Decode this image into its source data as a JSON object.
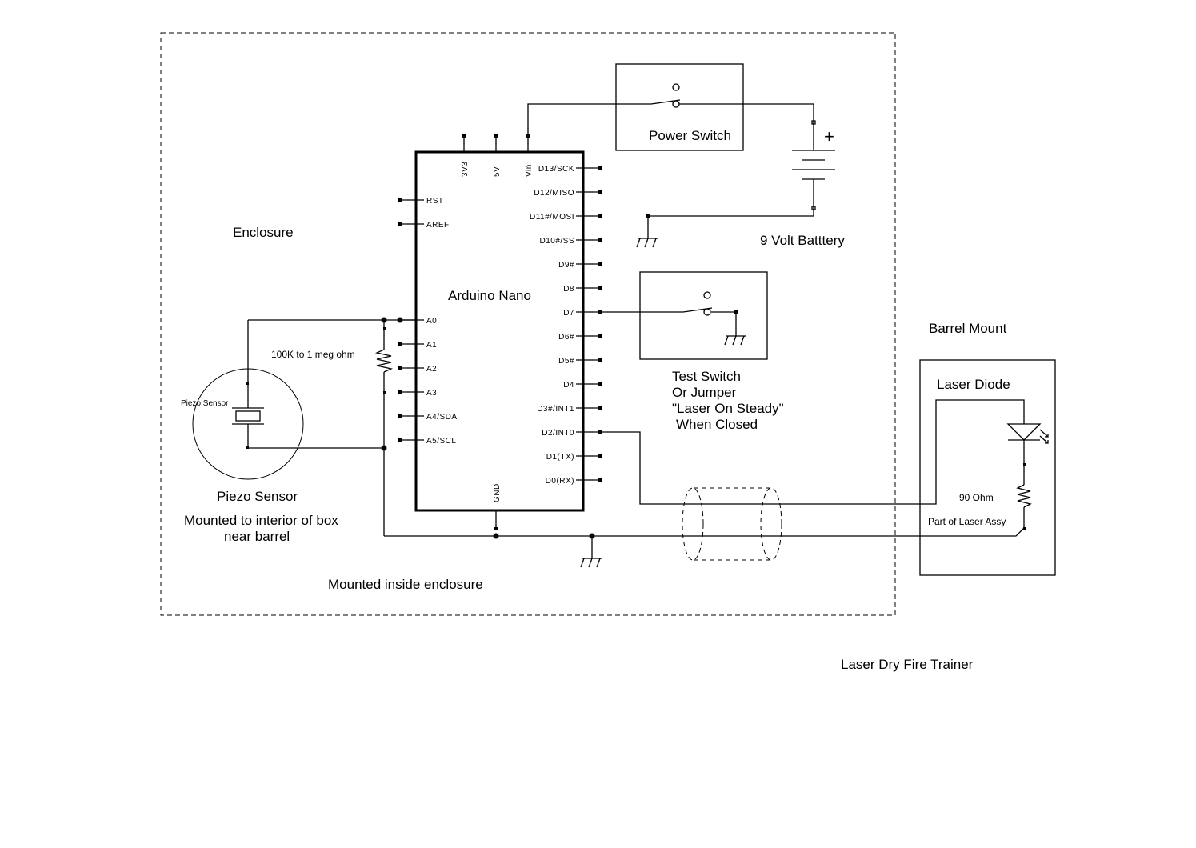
{
  "diagram": {
    "title": "Laser Dry Fire Trainer",
    "enclosure_label": "Enclosure",
    "mounted_inside_label": "Mounted inside enclosure",
    "barrel_mount_label": "Barrel Mount",
    "arduino": {
      "name": "Arduino Nano",
      "top_pins": [
        "3V3",
        "5V",
        "Vin"
      ],
      "left_pins": [
        "RST",
        "AREF"
      ],
      "analog_pins": [
        "A0",
        "A1",
        "A2",
        "A3",
        "A4/SDA",
        "A5/SCL"
      ],
      "digital_pins": [
        "D13/SCK",
        "D12/MISO",
        "D11#/MOSI",
        "D10#/SS",
        "D9#",
        "D8",
        "D7",
        "D6#",
        "D5#",
        "D4",
        "D3#/INT1",
        "D2/INT0",
        "D1(TX)",
        "D0(RX)"
      ],
      "bottom_pin": "GND"
    },
    "power_switch": {
      "label": "Power Switch"
    },
    "battery": {
      "label": "9 Volt Batttery",
      "plus": "+"
    },
    "test_switch": {
      "lines": [
        "Test Switch",
        "Or Jumper",
        "\"Laser On Steady\"",
        " When Closed"
      ]
    },
    "piezo": {
      "symbol_label": "Piezo Sensor",
      "label": "Piezo Sensor",
      "note_lines": [
        "Mounted to interior of box",
        "near barrel"
      ]
    },
    "resistor": {
      "label": "100K to 1 meg ohm"
    },
    "laser": {
      "label": "Laser Diode",
      "resistor_label": "90 Ohm",
      "assy_label": "Part of Laser Assy"
    }
  }
}
